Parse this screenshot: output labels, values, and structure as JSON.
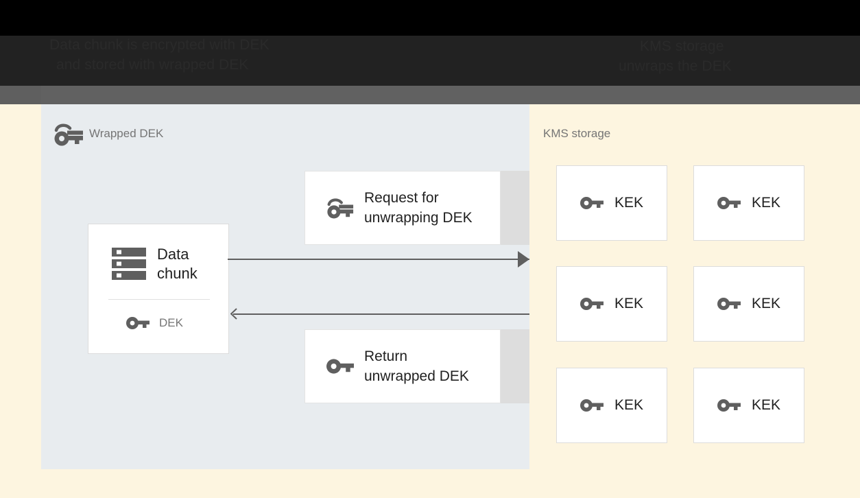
{
  "chrome": {
    "caption_left_line1": "Data chunk is encrypted with DEK",
    "caption_left_line2": "and stored with wrapped DEK",
    "caption_right_line1": "KMS storage",
    "caption_right_line2": "unwraps the DEK",
    "band_black": "#000000",
    "band_dark": "#222222",
    "band_gray": "#616161"
  },
  "left_panel": {
    "title": "Wrapped DEK",
    "title_icon": "wrapped-key-icon",
    "background": "#e8ecef",
    "data_chunk_card": {
      "icon": "server-storage-icon",
      "label": "Data\nchunk",
      "key_icon": "key-icon",
      "key_label": "DEK"
    },
    "messages": [
      {
        "icon": "wrapped-key-icon",
        "label": "Request for\nunwrapping DEK",
        "strip_color": "#dddddd"
      },
      {
        "icon": "key-icon",
        "label": "Return\nunwrapped DEK",
        "strip_color": "#dddddd"
      }
    ],
    "arrows": [
      {
        "name": "request-arrow",
        "direction": "right",
        "color": "#5f5f5f"
      },
      {
        "name": "return-arrow",
        "direction": "left",
        "color": "#5f5f5f"
      }
    ]
  },
  "right_panel": {
    "title": "KMS storage",
    "background": "#fdf5e0",
    "kek_items": [
      {
        "icon": "key-icon",
        "label": "KEK"
      },
      {
        "icon": "key-icon",
        "label": "KEK"
      },
      {
        "icon": "key-icon",
        "label": "KEK"
      },
      {
        "icon": "key-icon",
        "label": "KEK"
      },
      {
        "icon": "key-icon",
        "label": "KEK"
      },
      {
        "icon": "key-icon",
        "label": "KEK"
      }
    ]
  }
}
